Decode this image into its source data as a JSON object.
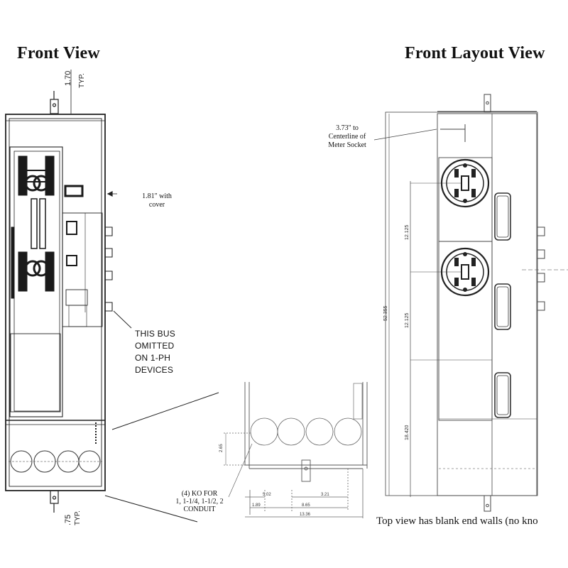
{
  "front_view": {
    "title": "Front View",
    "top_dim": "1.70",
    "top_dim_note": "TYP.",
    "cover_note_line1": "1.81\" with",
    "cover_note_line2": "cover",
    "bus_note_lines": [
      "THIS BUS",
      "OMITTED",
      "ON 1-PH",
      "DEVICES"
    ],
    "bottom_dim": ".75",
    "bottom_dim_note": "TYP."
  },
  "top_detail": {
    "ko_note_lines": [
      "(4) KO FOR",
      "1, 1-1/4, 1-1/2, 2",
      "CONDUIT"
    ],
    "dims": [
      "2.65",
      "5.02",
      "3.21",
      "1.89",
      "8.65",
      "13.36"
    ]
  },
  "layout_view": {
    "title": "Front Layout View",
    "centerline_note_lines": [
      "3.73\" to",
      "Centerline of",
      "Meter Socket"
    ],
    "dims": [
      "12.125",
      "12.125",
      "18.420",
      "52.355"
    ]
  },
  "footer_caption": "Top view has blank end walls (no kno"
}
